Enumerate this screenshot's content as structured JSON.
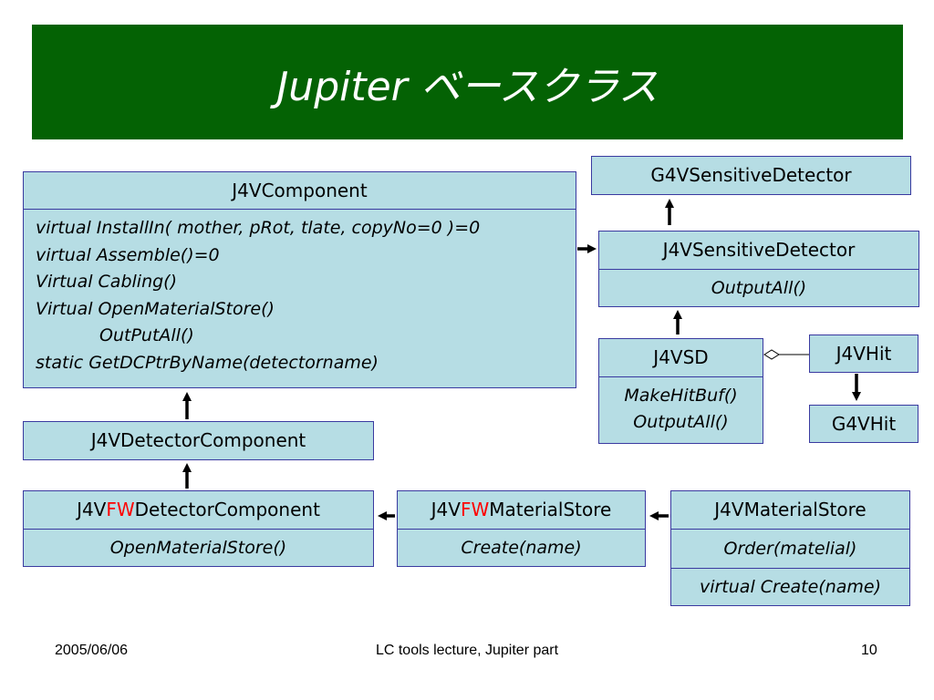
{
  "title": "Jupiter ベースクラス",
  "boxes": {
    "j4vcomponent": {
      "name": "J4VComponent",
      "methods": [
        "virtual InstallIn( mother, pRot, tlate, copyNo=0 )=0",
        "virtual Assemble()=0",
        "Virtual Cabling()",
        "Virtual OpenMaterialStore()",
        "OutPutAll()",
        "static GetDCPtrByName(detectorname)"
      ]
    },
    "g4vsensitivedetector": {
      "name": "G4VSensitiveDetector"
    },
    "j4vsensitivedetector": {
      "name": "J4VSensitiveDetector",
      "method": "OutputAll()"
    },
    "j4vsd": {
      "name": "J4VSD",
      "methods": [
        "MakeHitBuf()",
        "OutputAll()"
      ]
    },
    "j4vhit": {
      "name": "J4VHit"
    },
    "g4vhit": {
      "name": "G4VHit"
    },
    "j4vdetectorcomponent": {
      "name": "J4VDetectorComponent"
    },
    "j4vfwdetectorcomponent": {
      "prefix": "J4V",
      "highlight": "FW",
      "suffix": "DetectorComponent",
      "method": "OpenMaterialStore()"
    },
    "j4vfwmaterialstore": {
      "prefix": "J4V",
      "highlight": "FW",
      "suffix": "MaterialStore",
      "method": "Create(name)"
    },
    "j4vmaterialstore": {
      "name": "J4VMaterialStore",
      "methods": [
        "Order(matelial)",
        "virtual Create(name)"
      ]
    }
  },
  "footer": {
    "date": "2005/06/06",
    "center": "LC tools lecture, Jupiter part",
    "page": "10"
  },
  "colors": {
    "title_bg": "#046204",
    "box_fill": "#b6dde4",
    "box_border": "#3a3aa0",
    "highlight": "#ff0000"
  }
}
